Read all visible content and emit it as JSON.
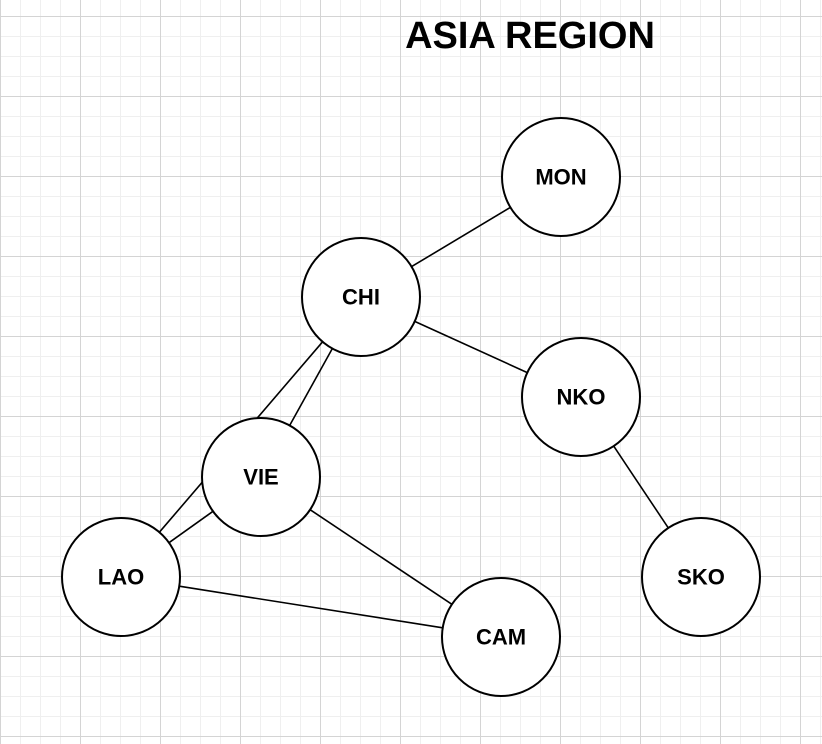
{
  "title": "ASIA REGION",
  "nodes": [
    {
      "id": "MON",
      "label": "MON"
    },
    {
      "id": "CHI",
      "label": "CHI"
    },
    {
      "id": "NKO",
      "label": "NKO"
    },
    {
      "id": "VIE",
      "label": "VIE"
    },
    {
      "id": "LAO",
      "label": "LAO"
    },
    {
      "id": "CAM",
      "label": "CAM"
    },
    {
      "id": "SKO",
      "label": "SKO"
    }
  ],
  "edges": [
    {
      "from": "CHI",
      "to": "MON"
    },
    {
      "from": "CHI",
      "to": "NKO"
    },
    {
      "from": "CHI",
      "to": "VIE"
    },
    {
      "from": "CHI",
      "to": "LAO"
    },
    {
      "from": "NKO",
      "to": "SKO"
    },
    {
      "from": "VIE",
      "to": "LAO"
    },
    {
      "from": "VIE",
      "to": "CAM"
    },
    {
      "from": "LAO",
      "to": "CAM"
    }
  ],
  "colors": {
    "background": "#ffffff",
    "grid_major": "#d4d4d4",
    "grid_minor": "#efefef",
    "stroke": "#000000",
    "node_fill": "#ffffff",
    "text": "#000000"
  }
}
